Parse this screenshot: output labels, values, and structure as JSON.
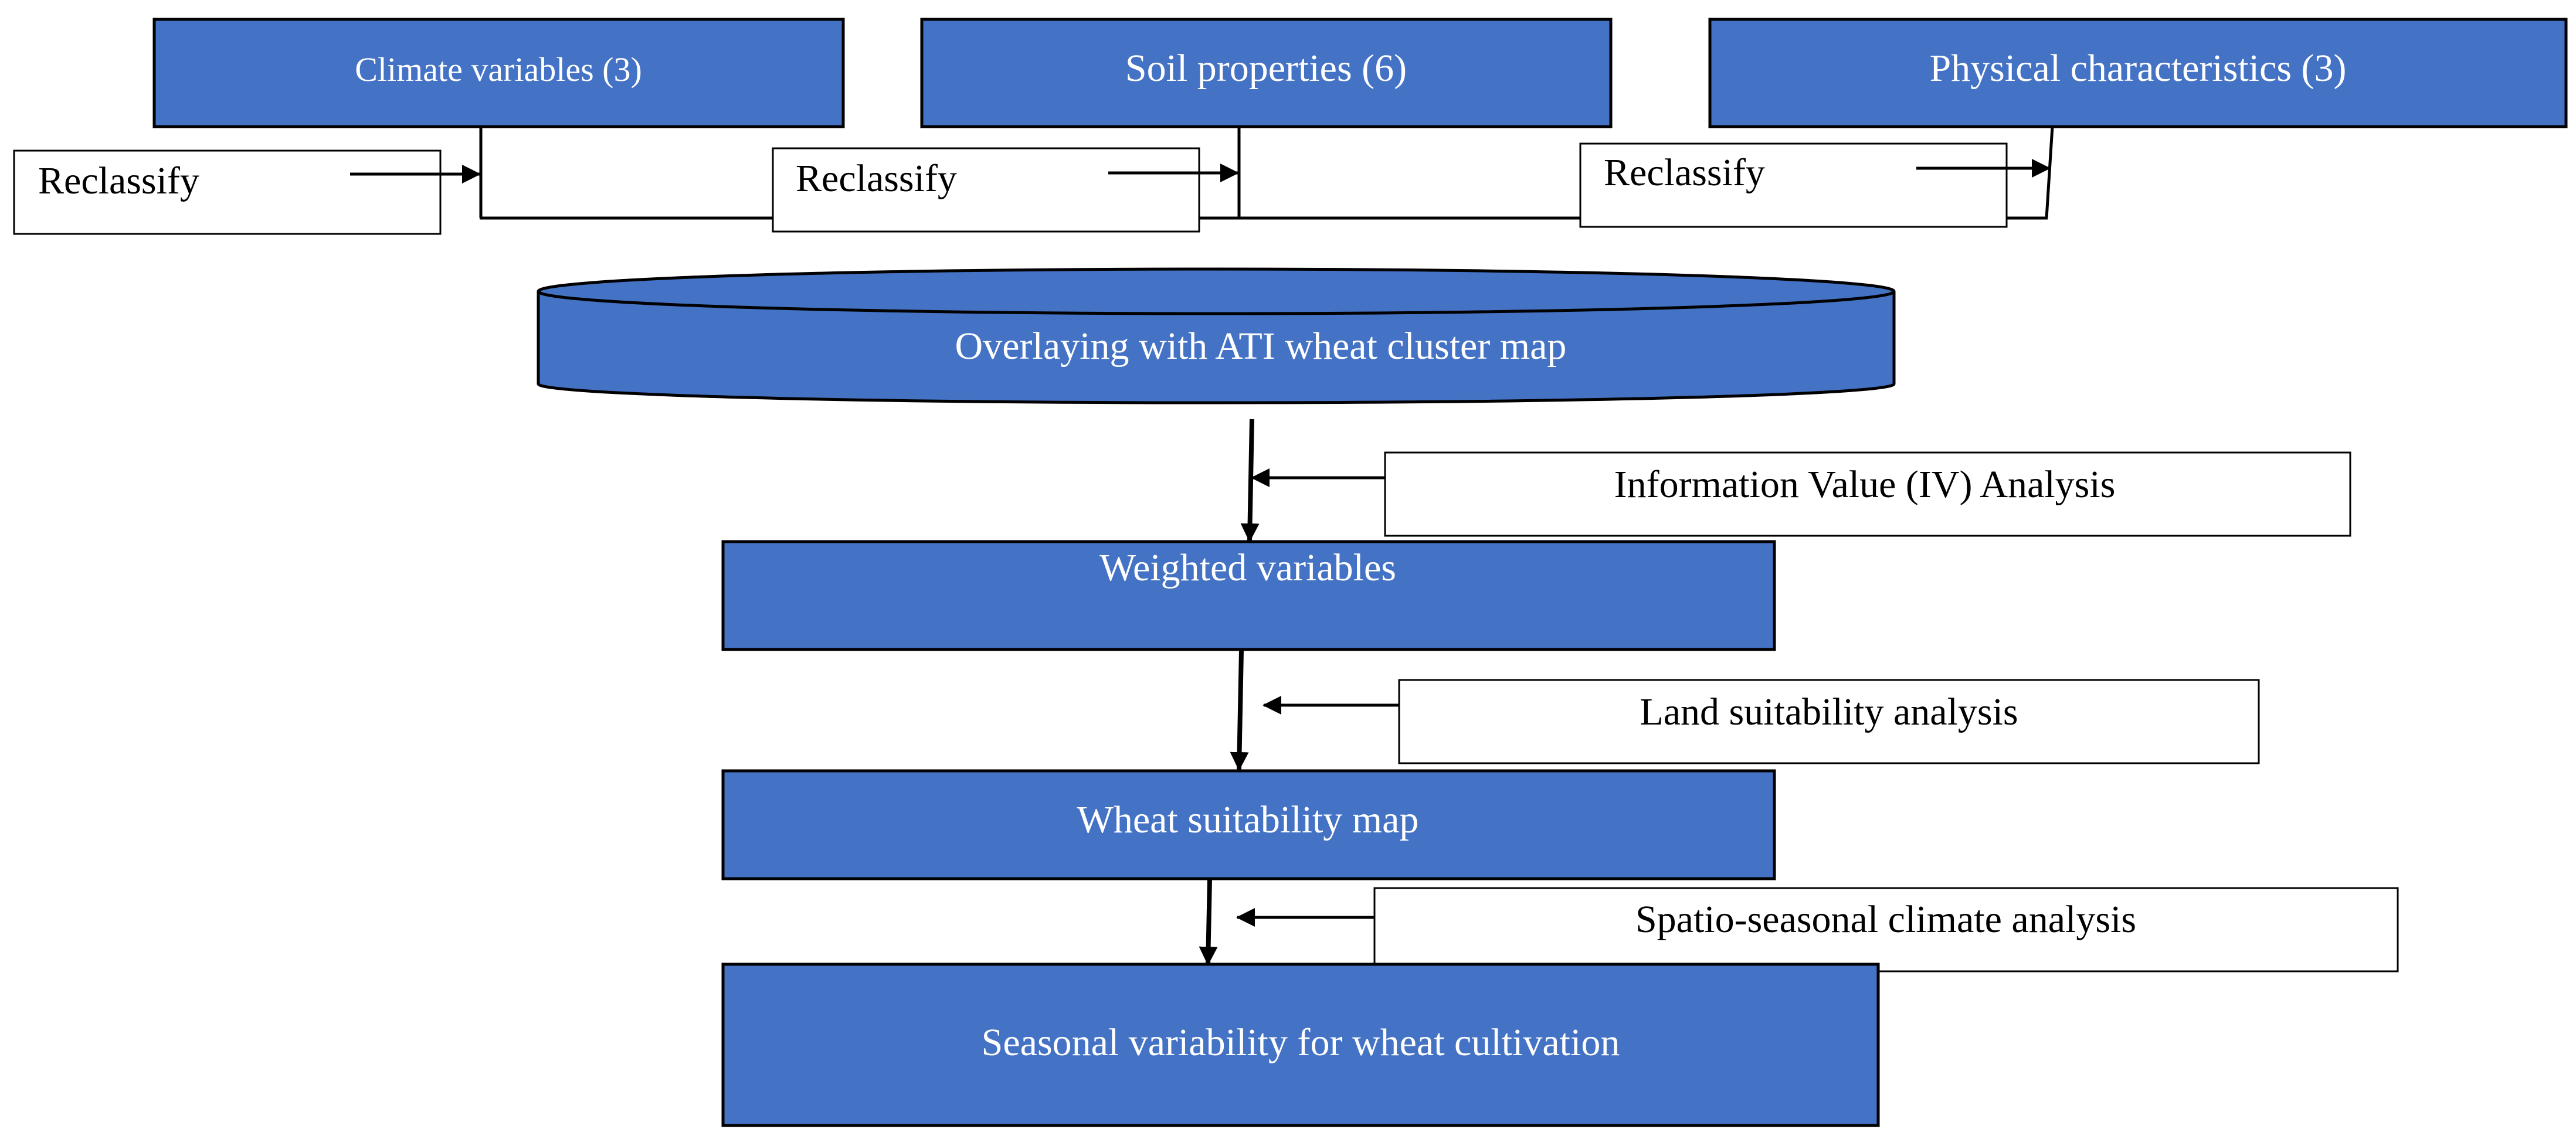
{
  "diagram": {
    "colors": {
      "block_fill": "#4472C4",
      "block_stroke": "#000000",
      "label_fill": "#ffffff",
      "line": "#000000"
    },
    "inputs": {
      "climate": "Climate variables (3)",
      "soil": "Soil properties (6)",
      "physical": "Physical characteristics (3)"
    },
    "reclassify": [
      "Reclassify",
      "Reclassify",
      "Reclassify"
    ],
    "overlay": "Overlaying with ATI wheat cluster map",
    "steps": {
      "iv_analysis": "Information Value (IV) Analysis",
      "weighted": "Weighted variables",
      "land_suitability": "Land suitability analysis",
      "suitability_map": "Wheat suitability map",
      "seasonal_analysis": "Spatio-seasonal climate analysis",
      "seasonal_variability": "Seasonal variability for wheat cultivation"
    }
  }
}
